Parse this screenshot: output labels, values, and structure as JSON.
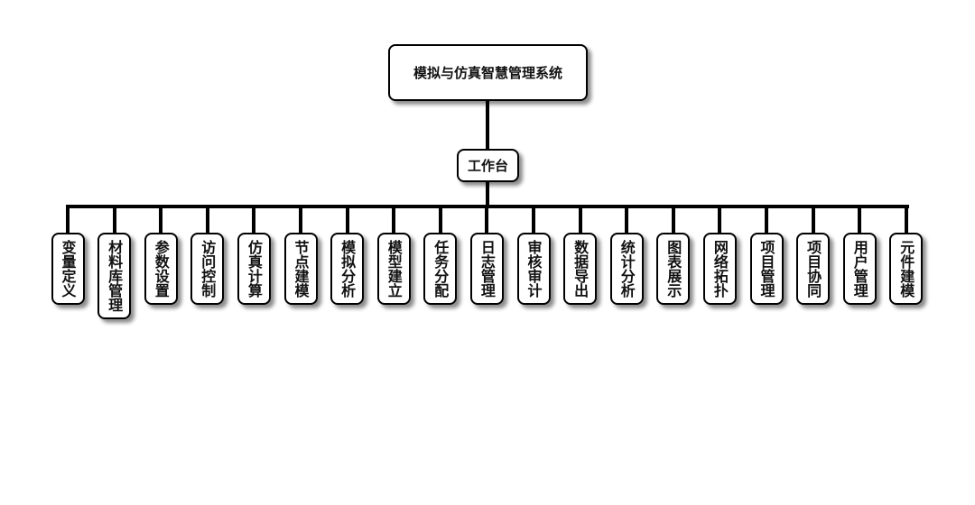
{
  "root": {
    "label": "模拟与仿真智慧管理系统"
  },
  "hub": {
    "label": "工作台"
  },
  "modules": [
    "变量定义",
    "材料库管理",
    "参数设置",
    "访问控制",
    "仿真计算",
    "节点建模",
    "模拟分析",
    "模型建立",
    "任务分配",
    "日志管理",
    "审核审计",
    "数据导出",
    "统计分析",
    "图表展示",
    "网络拓扑",
    "项目管理",
    "项目协同",
    "用户管理",
    "元件建模"
  ]
}
